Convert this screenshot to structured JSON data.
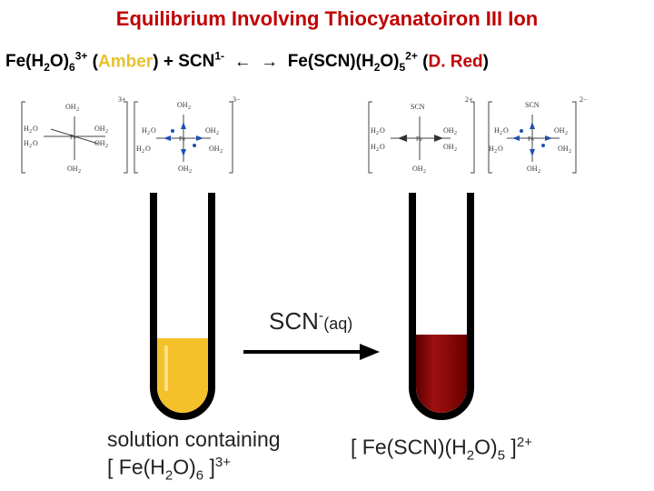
{
  "title": "Equilibrium Involving Thiocyanatoiron III Ion",
  "equation": {
    "reactant1": "Fe(H2O)63+",
    "reactant1_color_label": "Amber",
    "plus": "+",
    "reactant2": "SCN1-",
    "arrows": "⇄",
    "product": "Fe(SCN)(H2O)52+",
    "product_color_label": "D. Red"
  },
  "structures": {
    "left_pair_charge_a": "3+",
    "left_pair_charge_b": "3−",
    "right_pair_charge_a": "2+",
    "right_pair_charge_b": "2−",
    "ligand_water_top": "OH2",
    "ligand_water": "H2O",
    "ligand_oh2": "OH2",
    "ligand_scn": "SCN",
    "metal": "Fe"
  },
  "diagram": {
    "reagent_label": "SCN-(aq)",
    "left_caption_line1": "solution containing",
    "left_caption_line2": "[ Fe(H2O)6 ]3+",
    "right_caption": "[ Fe(SCN)(H2O)5 ]2+"
  },
  "colors": {
    "title": "#c00000",
    "amber": "#f5c12b",
    "dark_red": "#8b0000"
  }
}
